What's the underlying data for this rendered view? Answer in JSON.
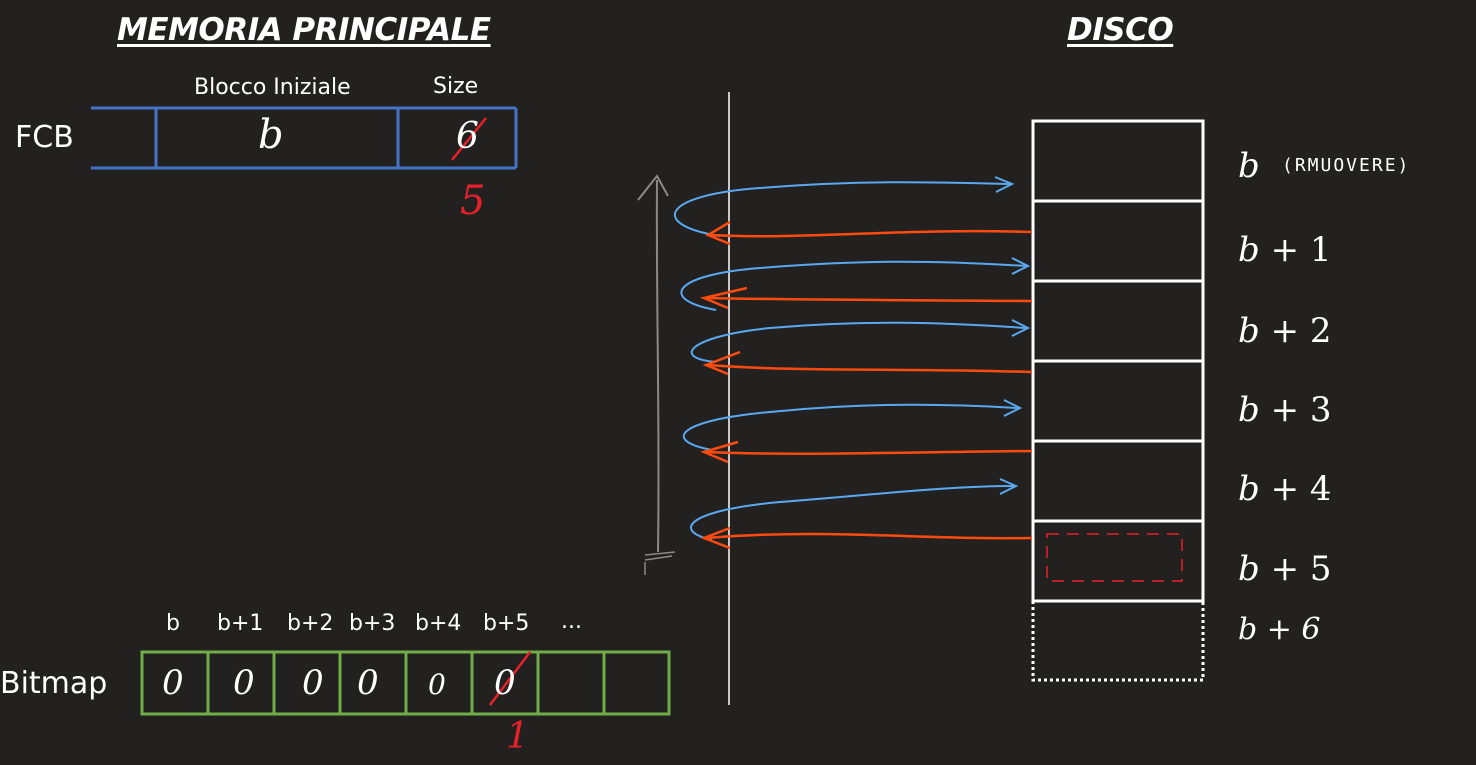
{
  "titles": {
    "main_memory": "MEMORIA PRINCIPALE",
    "disk": "DISCO"
  },
  "fcb": {
    "row_label": "FCB",
    "col_start_header": "Blocco Iniziale",
    "col_size_header": "Size",
    "start_value": "b",
    "size_old": "6",
    "size_new": "5"
  },
  "bitmap": {
    "row_label": "Bitmap",
    "headers": [
      "b",
      "b+1",
      "b+2",
      "b+3",
      "b+4",
      "b+5",
      "..."
    ],
    "values": [
      "0",
      "0",
      "0",
      "0",
      "0",
      "0",
      "",
      ""
    ],
    "b5_new_value": "1"
  },
  "disk": {
    "block_labels": [
      {
        "var": "b",
        "op": "",
        "num": ""
      },
      {
        "var": "b",
        "op": "+",
        "num": "1"
      },
      {
        "var": "b",
        "op": "+",
        "num": "2"
      },
      {
        "var": "b",
        "op": "+",
        "num": "3"
      },
      {
        "var": "b",
        "op": "+",
        "num": "4"
      },
      {
        "var": "b",
        "op": "+",
        "num": "5"
      }
    ],
    "remove_note": "(RMUOVERE)",
    "extra_label": "b + 6"
  },
  "colors": {
    "background": "#222120",
    "fcb_border": "#4472c4",
    "bitmap_border": "#70ad47",
    "annotation_red": "#e8202a",
    "arrow_blue": "#5aa9f0",
    "arrow_orange": "#ff4a10",
    "divider": "#ffffff",
    "scroll_line": "#8a8a8a"
  }
}
